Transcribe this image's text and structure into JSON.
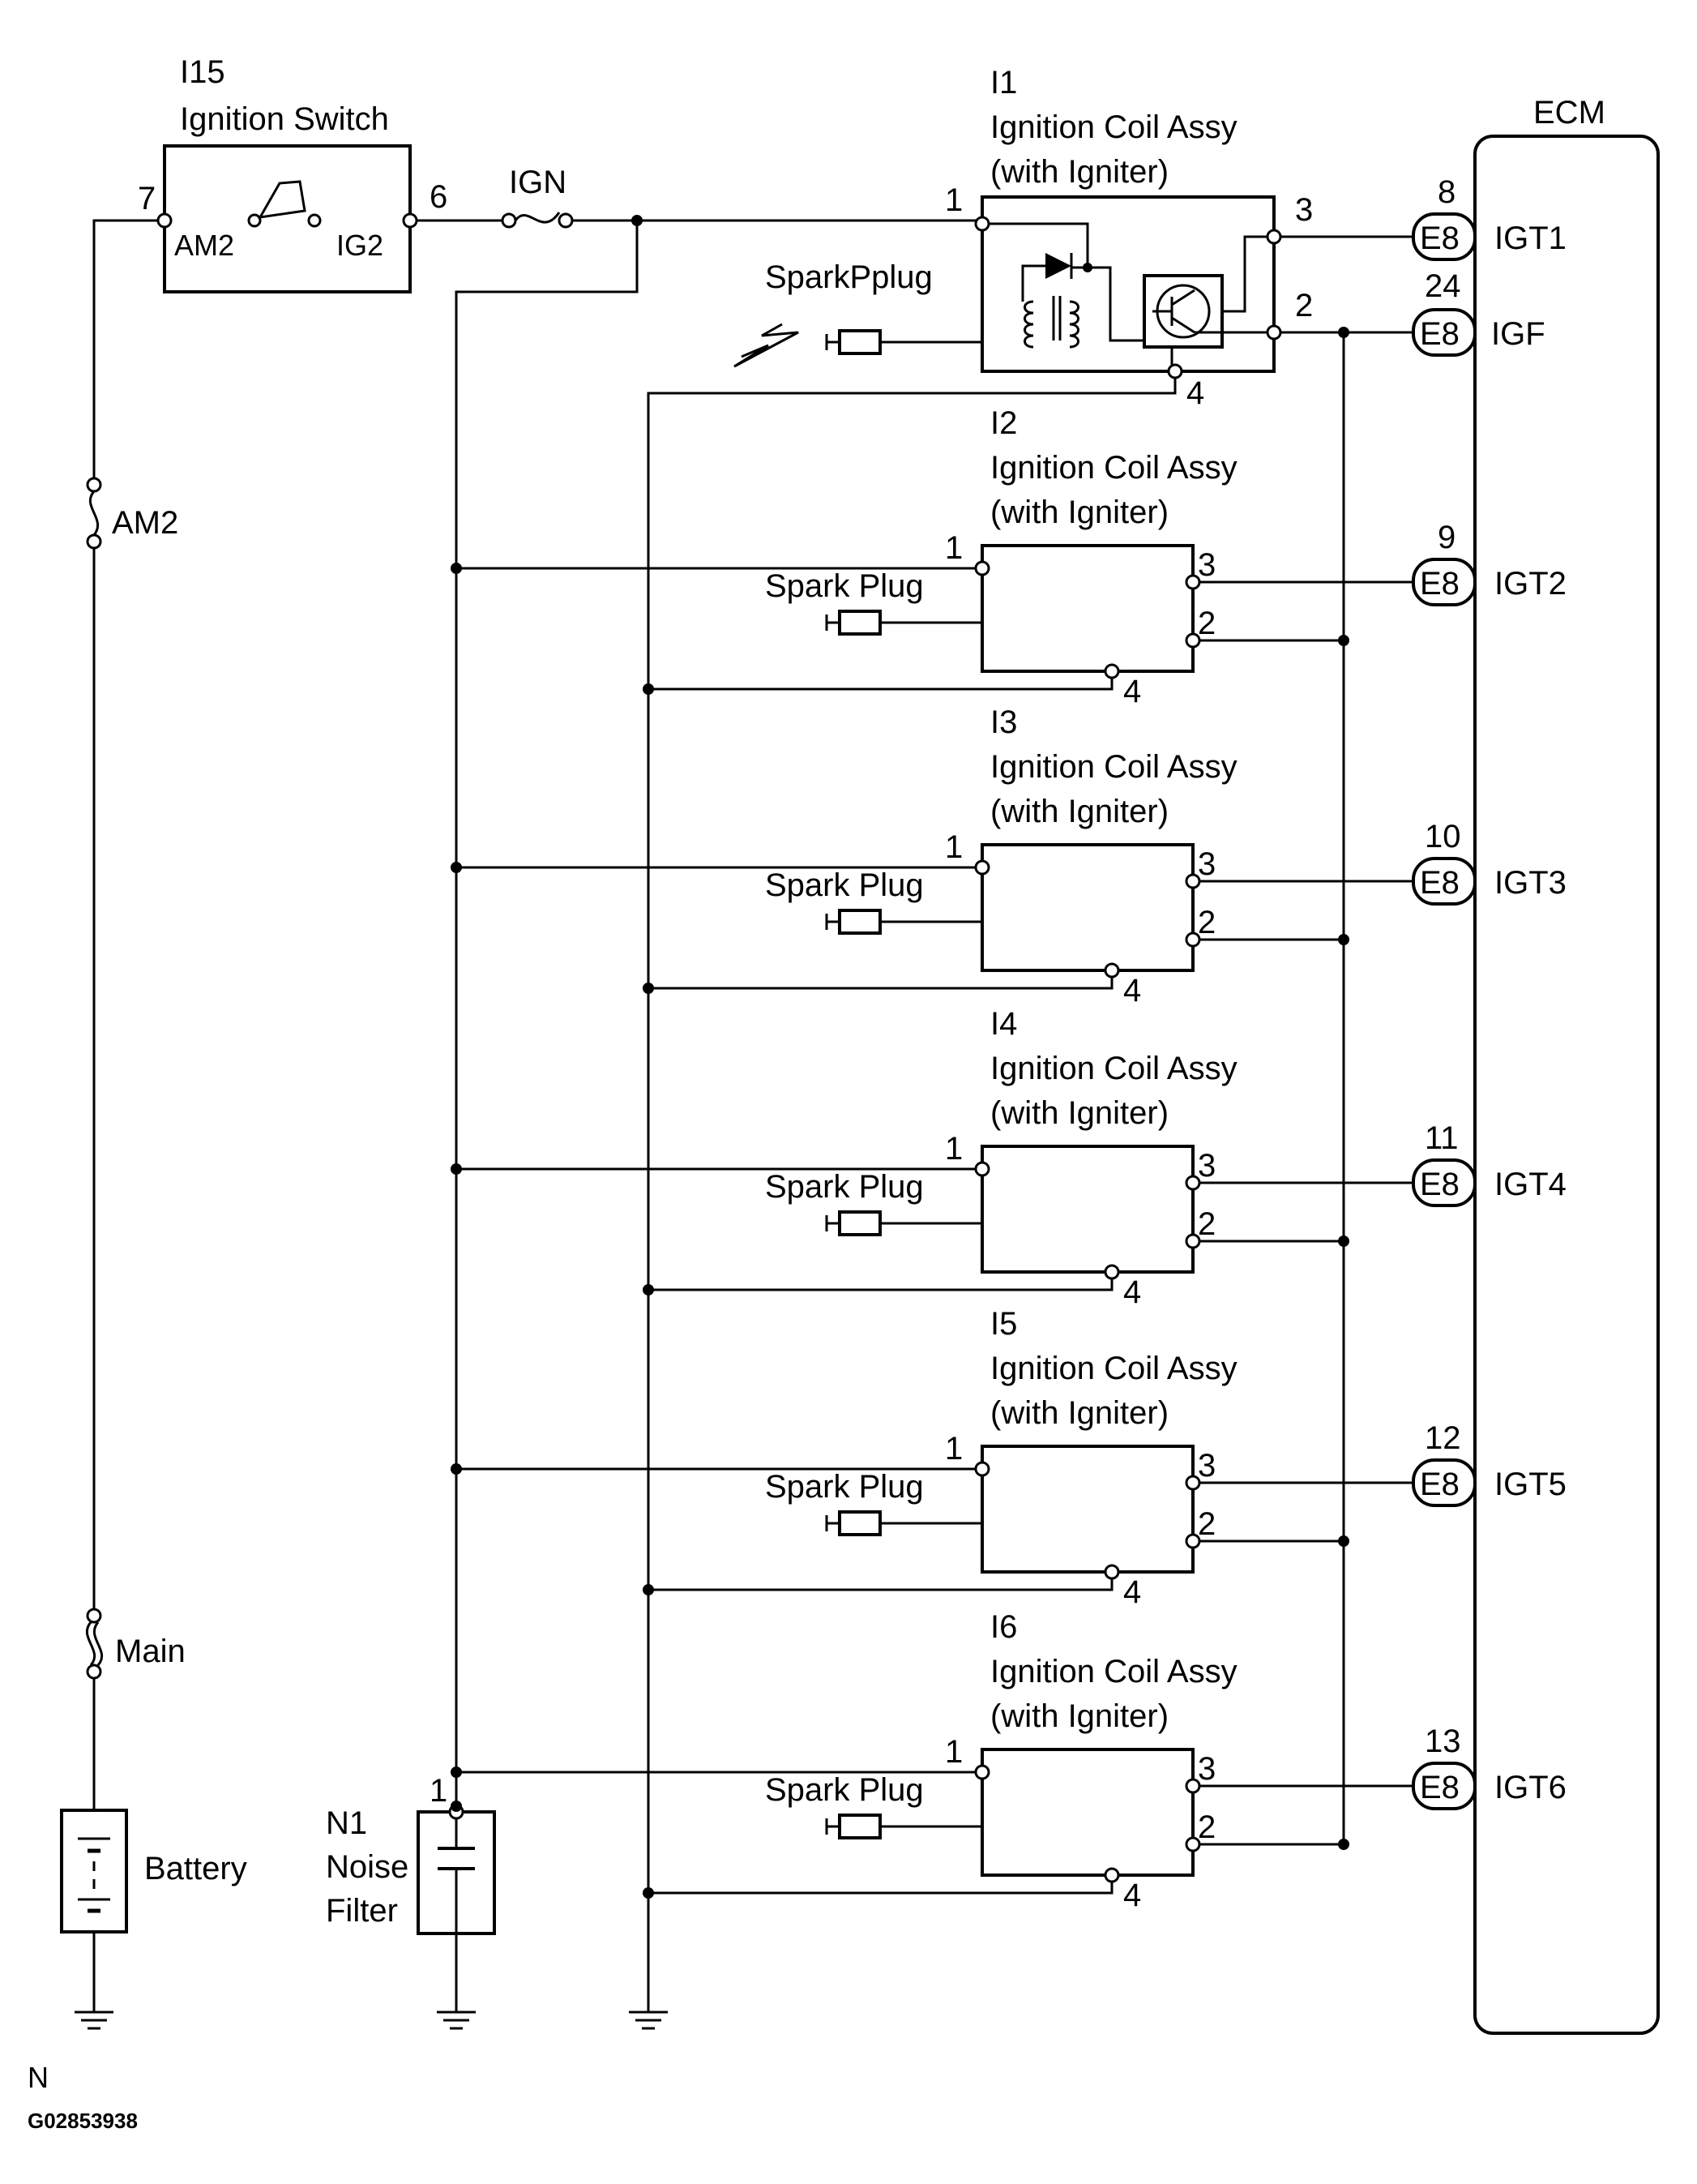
{
  "ignition_switch": {
    "id": "I15",
    "name": "Ignition Switch",
    "pin_in": "7",
    "pin_out": "6",
    "term_in": "AM2",
    "term_out": "IG2"
  },
  "fuse_ign": "IGN",
  "fuse_am2": "AM2",
  "fuse_main": "Main",
  "battery": "Battery",
  "noise_filter": {
    "id": "N1",
    "line1": "Noise",
    "line2": "Filter",
    "pin": "1"
  },
  "ecm": {
    "label": "ECM",
    "connector": "E8",
    "igf_label": "IGF",
    "igf_pin": "24"
  },
  "coil_title": "Ignition Coil Assy",
  "coil_subtitle": "(with Igniter)",
  "coils": [
    {
      "id": "I1",
      "spark": "SparkPplug",
      "p1": "1",
      "p2": "2",
      "p3": "3",
      "p4": "4",
      "ecm_pin": "8",
      "ecm_signal": "IGT1"
    },
    {
      "id": "I2",
      "spark": "Spark Plug",
      "p1": "1",
      "p2": "2",
      "p3": "3",
      "p4": "4",
      "ecm_pin": "9",
      "ecm_signal": "IGT2"
    },
    {
      "id": "I3",
      "spark": "Spark Plug",
      "p1": "1",
      "p2": "2",
      "p3": "3",
      "p4": "4",
      "ecm_pin": "10",
      "ecm_signal": "IGT3"
    },
    {
      "id": "I4",
      "spark": "Spark Plug",
      "p1": "1",
      "p2": "2",
      "p3": "3",
      "p4": "4",
      "ecm_pin": "11",
      "ecm_signal": "IGT4"
    },
    {
      "id": "I5",
      "spark": "Spark Plug",
      "p1": "1",
      "p2": "2",
      "p3": "3",
      "p4": "4",
      "ecm_pin": "12",
      "ecm_signal": "IGT5"
    },
    {
      "id": "I6",
      "spark": "Spark Plug",
      "p1": "1",
      "p2": "2",
      "p3": "3",
      "p4": "4",
      "ecm_pin": "13",
      "ecm_signal": "IGT6"
    }
  ],
  "footer": {
    "code": "N",
    "figure_id": "G02853938"
  }
}
